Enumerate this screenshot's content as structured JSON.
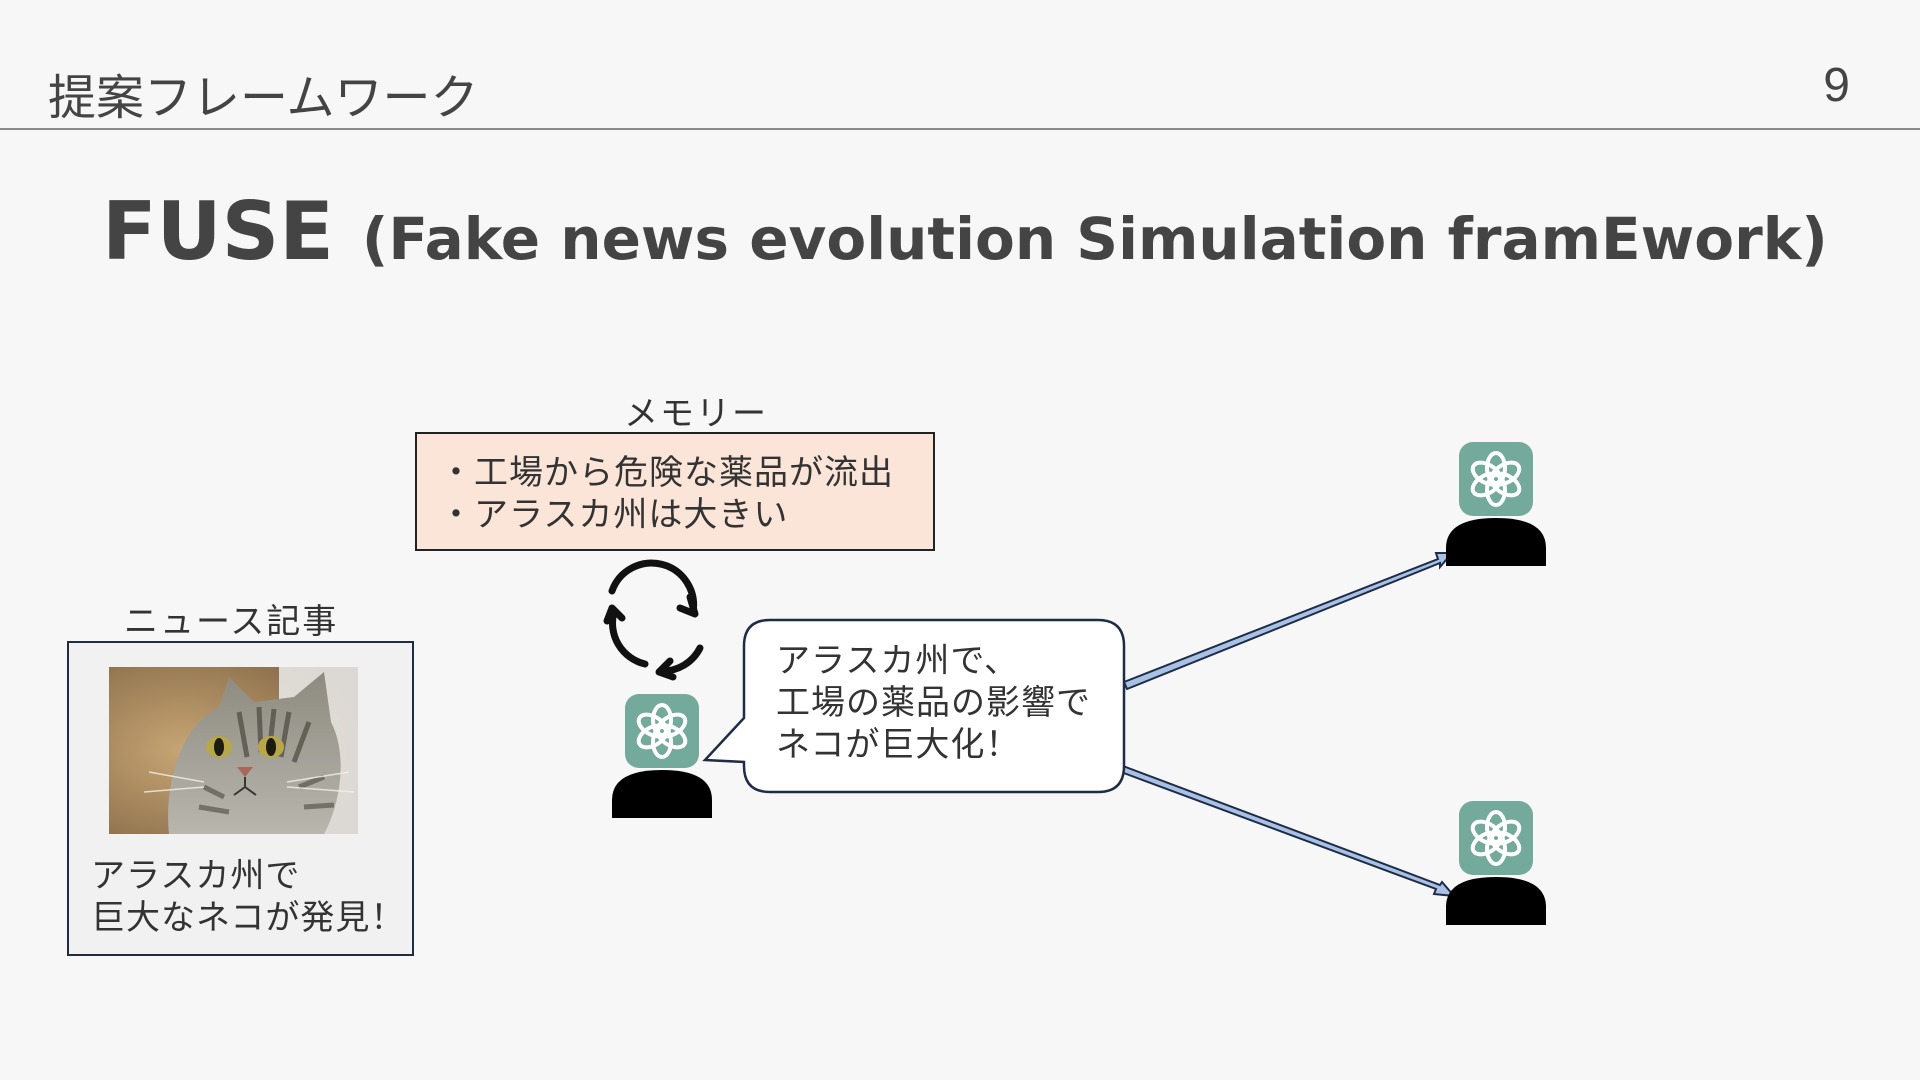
{
  "header": {
    "title": "提案フレームワーク",
    "page_number": "9"
  },
  "slide": {
    "title_main": "FUSE",
    "title_sub": "(Fake news evolution Simulation framEwork)"
  },
  "memory": {
    "label": "メモリー",
    "items": [
      "・工場から危険な薬品が流出",
      "・アラスカ州は大きい"
    ]
  },
  "news_article": {
    "label": "ニュース記事",
    "image": "cat-photo",
    "lines": [
      "アラスカ州で",
      "巨大なネコが発見！"
    ]
  },
  "speech_bubble": {
    "lines": [
      "アラスカ州で、",
      "工場の薬品の影響で",
      "ネコが巨大化！"
    ]
  },
  "icons": {
    "agent": "chatgpt-agent-icon",
    "cycle": "refresh-cycle-icon",
    "arrow": "propagation-arrow"
  },
  "colors": {
    "agent_badge": "#74aa9c",
    "memory_fill": "#fbe5d8",
    "arrow_fill": "#a9c1e6",
    "arrow_stroke": "#1e2d45"
  }
}
